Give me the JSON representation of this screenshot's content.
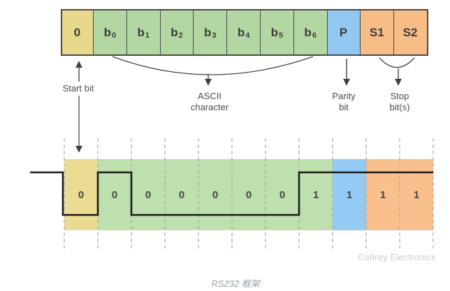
{
  "colors": {
    "start_bit": "#e9d88c",
    "data_bits": "#b3d7a2",
    "parity_bit": "#92c7f2",
    "stop_bits": "#f8bc86",
    "band_start": "#ecdc93",
    "band_data": "#bedfae",
    "band_parity": "#93cbf5",
    "band_stop": "#f9c08e",
    "line": "#1a1a1a",
    "arrow": "#444444",
    "dashed_grid": "#a8a8a8"
  },
  "frame": {
    "cells": [
      {
        "label": "0",
        "sub": ""
      },
      {
        "label": "b",
        "sub": "0"
      },
      {
        "label": "b",
        "sub": "1"
      },
      {
        "label": "b",
        "sub": "2"
      },
      {
        "label": "b",
        "sub": "3"
      },
      {
        "label": "b",
        "sub": "4"
      },
      {
        "label": "b",
        "sub": "5"
      },
      {
        "label": "b",
        "sub": "6"
      },
      {
        "label": "P",
        "sub": ""
      },
      {
        "label": "S1",
        "sub": ""
      },
      {
        "label": "S2",
        "sub": ""
      }
    ]
  },
  "annotations": {
    "start_bit": "Start bit",
    "ascii": {
      "line1": "ASCII",
      "line2": "character"
    },
    "parity": {
      "line1": "Parity",
      "line2": "bit"
    },
    "stop": {
      "line1": "Stop",
      "line2": "bit(s)"
    }
  },
  "waveform": {
    "bits": [
      {
        "value": "0"
      },
      {
        "value": "0"
      },
      {
        "value": "0"
      },
      {
        "value": "0"
      },
      {
        "value": "0"
      },
      {
        "value": "0"
      },
      {
        "value": "0"
      },
      {
        "value": "1"
      },
      {
        "value": "1"
      },
      {
        "value": "1"
      },
      {
        "value": "1"
      }
    ]
  },
  "watermark": "Codrey Electronics",
  "caption": "RS232 框架"
}
